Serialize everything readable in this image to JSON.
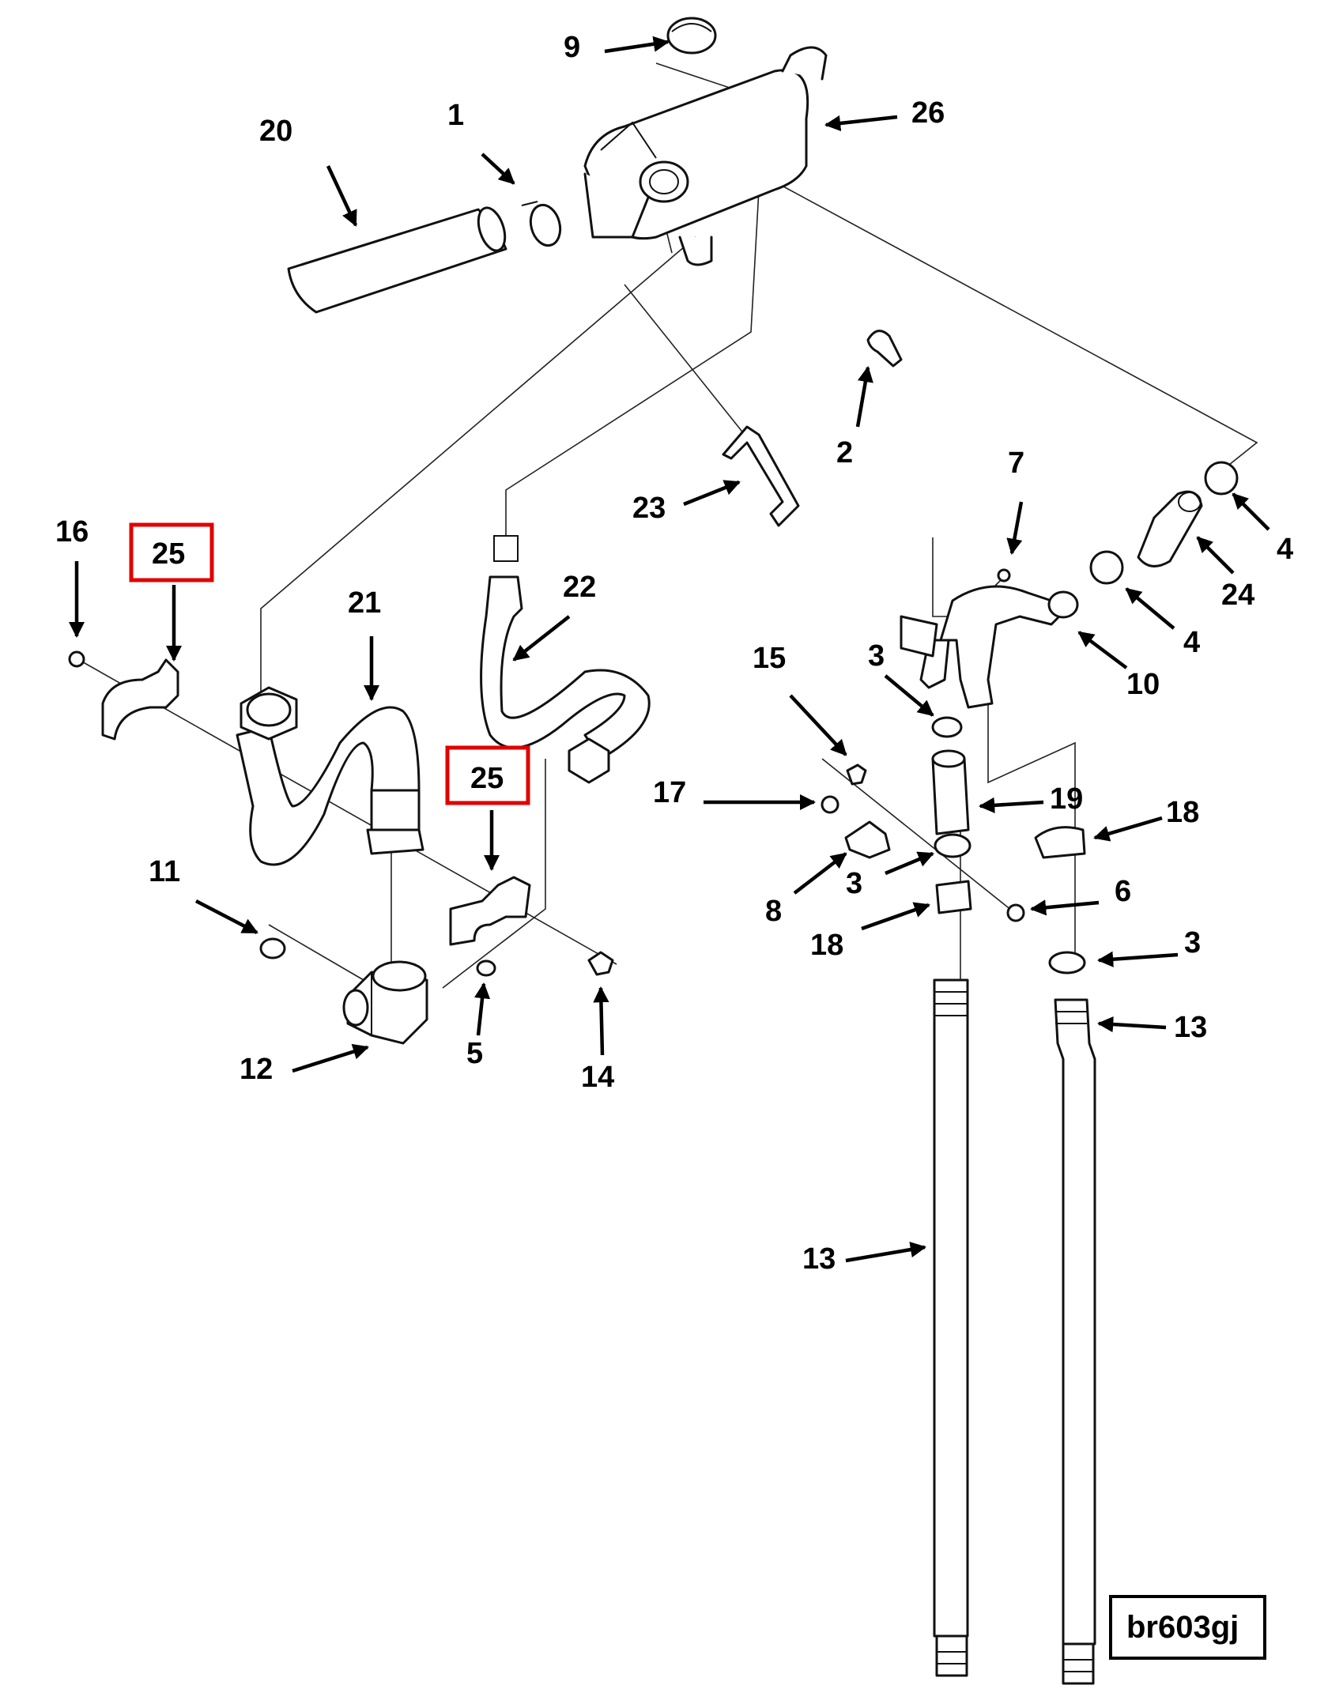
{
  "diagram": {
    "drawing_id": "br603gj",
    "highlight_color": "#e00000",
    "callouts": [
      "9",
      "26",
      "20",
      "1",
      "2",
      "23",
      "7",
      "4",
      "24",
      "4",
      "10",
      "16",
      "25",
      "21",
      "22",
      "15",
      "3",
      "17",
      "19",
      "18",
      "8",
      "3",
      "6",
      "18",
      "25",
      "11",
      "3",
      "13",
      "12",
      "5",
      "14",
      "13"
    ],
    "highlighted_part": "25"
  }
}
